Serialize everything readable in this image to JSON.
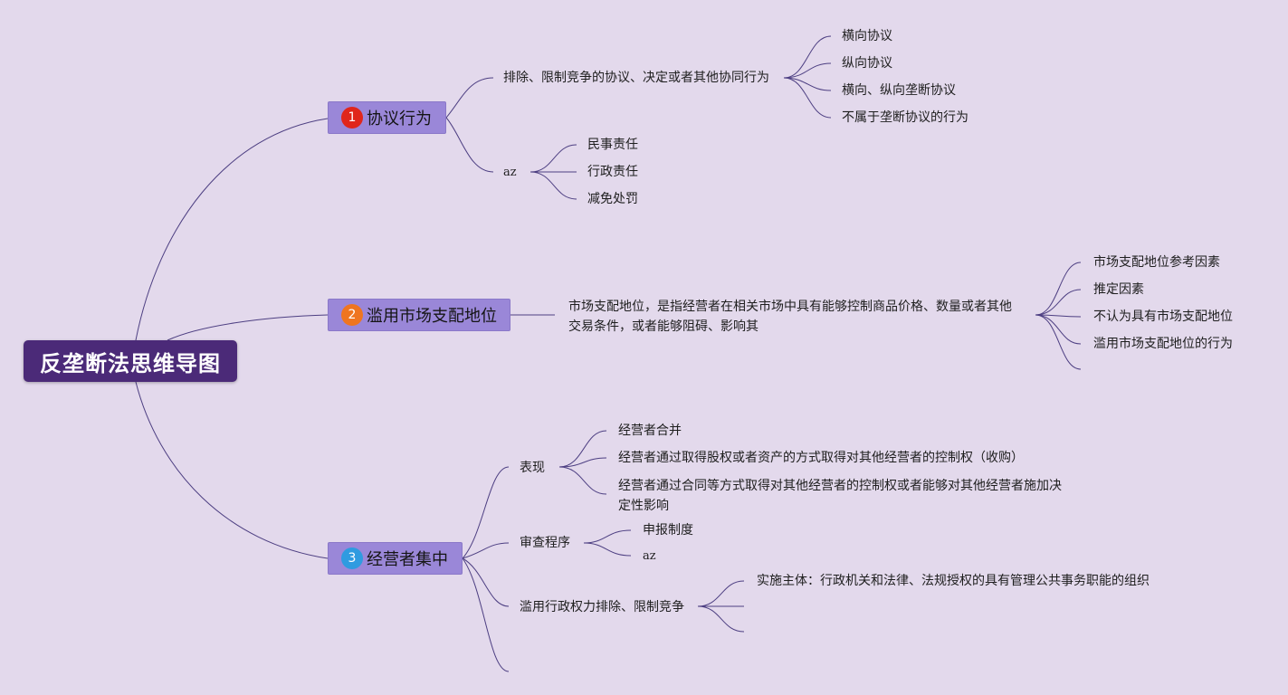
{
  "root": {
    "label": "反垄断法思维导图"
  },
  "colors": {
    "background": "#e3d9ec",
    "root_fill": "#4b2a78",
    "topic_fill": "#9a87d8",
    "line": "#4d3f82"
  },
  "branches": [
    {
      "number": "1",
      "marker_color": "#e0261b",
      "label": "协议行为",
      "children": [
        {
          "label": "排除、限制竞争的协议、决定或者其他协同行为",
          "children": [
            "横向协议",
            "纵向协议",
            "横向、纵向垄断协议",
            "不属于垄断协议的行为"
          ]
        },
        {
          "label": "az",
          "children": [
            "民事责任",
            "行政责任",
            "减免处罚"
          ]
        }
      ]
    },
    {
      "number": "2",
      "marker_color": "#ef7520",
      "label": "滥用市场支配地位",
      "children": [
        {
          "label": "市场支配地位，是指经营者在相关市场中具有能够控制商品价格、数量或者其他交易条件，或者能够阻碍、影响其",
          "children": [
            "市场支配地位参考因素",
            "推定因素",
            "不认为具有市场支配地位",
            "滥用市场支配地位的行为",
            ""
          ]
        }
      ]
    },
    {
      "number": "3",
      "marker_color": "#2f9be0",
      "label": "经营者集中",
      "children": [
        {
          "label": "表现",
          "children": [
            "经营者合并",
            "经营者通过取得股权或者资产的方式取得对其他经营者的控制权（收购）",
            "经营者通过合同等方式取得对其他经营者的控制权或者能够对其他经营者施加决定性影响"
          ]
        },
        {
          "label": "审查程序",
          "children": [
            "申报制度",
            "az"
          ]
        },
        {
          "label": "滥用行政权力排除、限制竞争",
          "children": [
            "实施主体：行政机关和法律、法规授权的具有管理公共事务职能的组织",
            "",
            ""
          ]
        },
        {
          "label": "",
          "children": []
        }
      ]
    }
  ]
}
